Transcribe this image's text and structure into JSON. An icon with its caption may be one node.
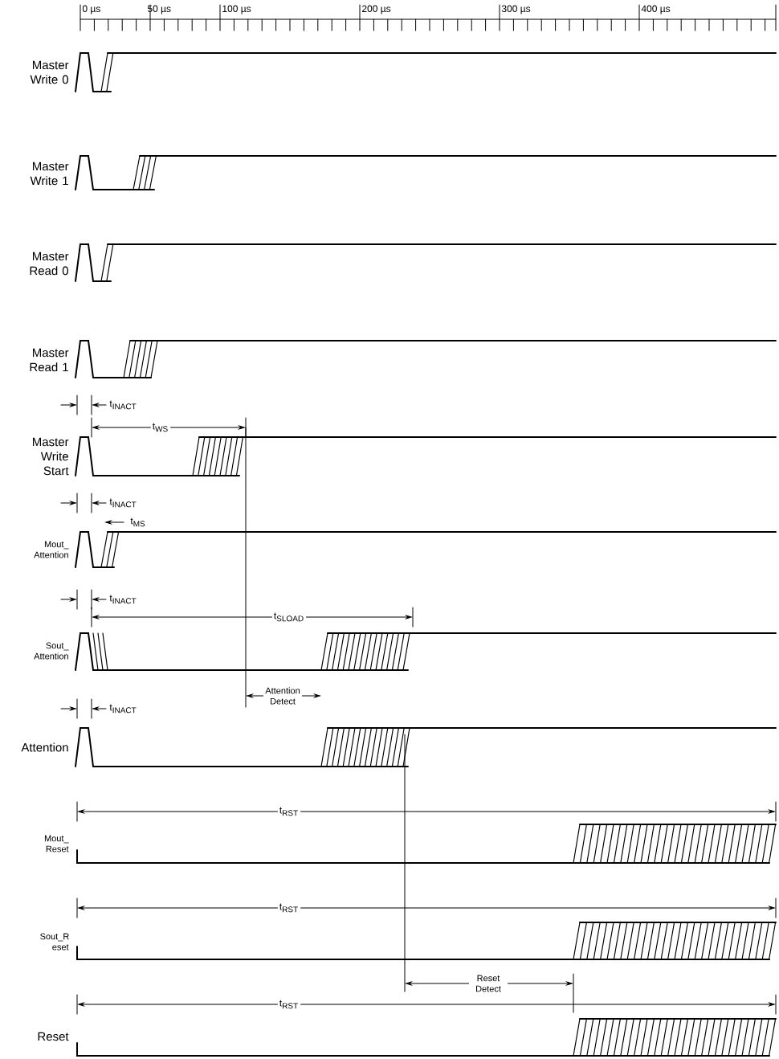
{
  "diagram": {
    "labels": [
      "0 µs",
      "50 µs",
      "100 µs",
      "200 µs",
      "300 µs",
      "400 µs",
      "Master Write 0",
      "Master Write 1",
      "Master Read 0",
      "Master Read 1",
      "t$_{INACT}$",
      "t$_{WS}$",
      "Master Write Start",
      "t$_{INACT}$",
      "t$_{MS}$",
      "Mout_ Attention",
      "t$_{INACT}$",
      "t$_{SLOAD}$",
      "Sout_ Attention",
      "Attention Detect",
      "t$_{INACT}$",
      "Attention",
      "t$_{RST}$",
      "Mout_ Reset",
      "t$_{RST}$",
      "Sout_R eset",
      "Reset Detect",
      "t$_{RST}$",
      "Reset"
    ]
  }
}
